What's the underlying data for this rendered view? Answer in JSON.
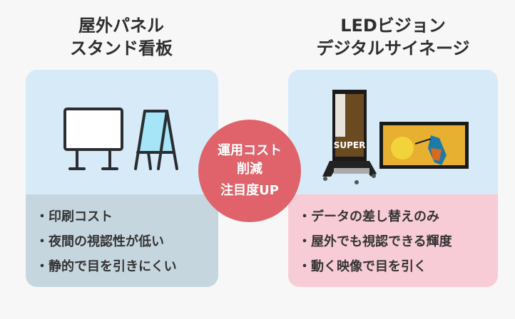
{
  "left": {
    "title_line1": "屋外パネル",
    "title_line2": "スタンド看板",
    "points": [
      "・印刷コスト",
      "・夜間の視認性が低い",
      "・静的で目を引きにくい"
    ]
  },
  "right": {
    "title_line1": "LEDビジョン",
    "title_line2": "デジタルサイネージ",
    "screen_text": "SUPER",
    "points": [
      "・データの差し替えのみ",
      "・屋外でも視認できる輝度",
      "・動く映像で目を引く"
    ]
  },
  "center": {
    "line1": "運用コスト",
    "line2": "削減",
    "line3": "注目度UP"
  },
  "colors": {
    "accent": "#e0636b",
    "card_top": "#d6eaf7",
    "left_bottom": "#c6d6df",
    "right_bottom": "#f8ccd6"
  }
}
